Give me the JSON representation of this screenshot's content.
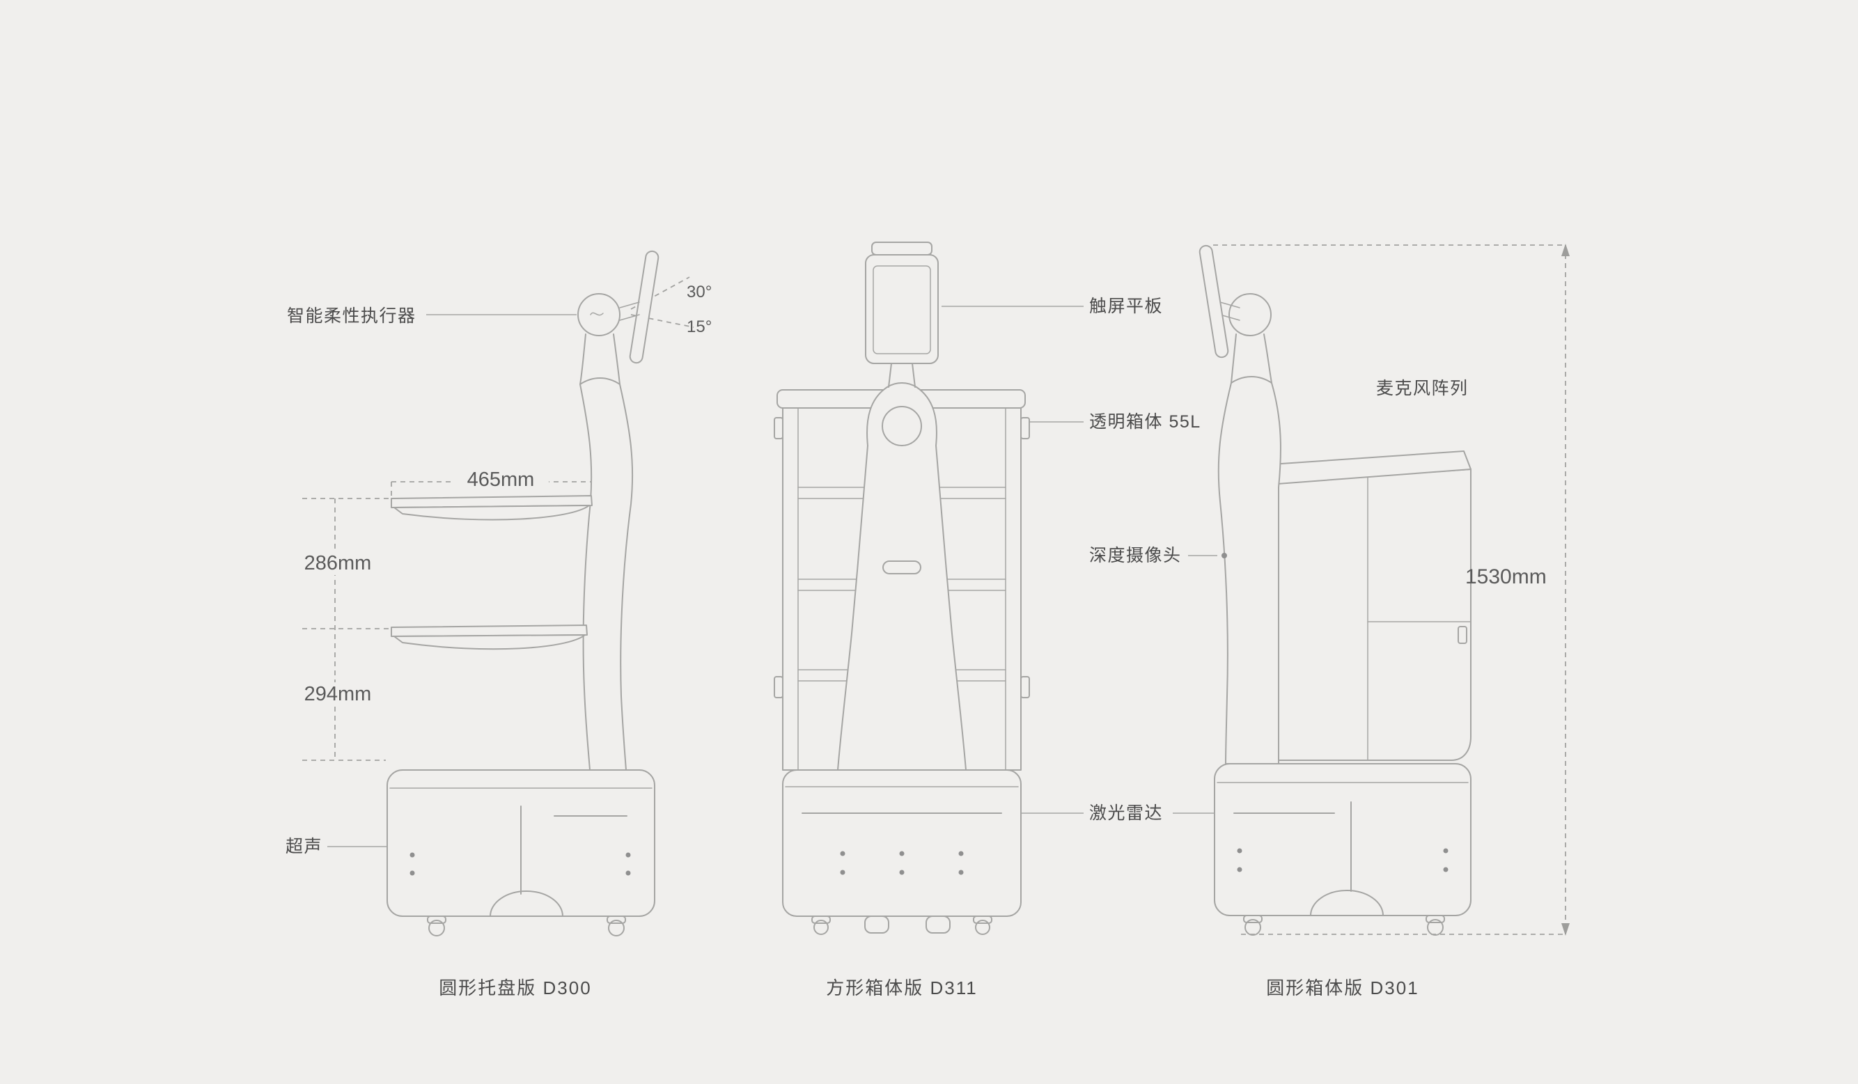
{
  "canvas": {
    "background_color": "#f0efed",
    "line_color": "#a5a5a3",
    "text_color": "#4b4b4b"
  },
  "d300": {
    "caption": "圆形托盘版 D300",
    "label_actuator": "智能柔性执行器",
    "label_ultrasonic": "超声",
    "dim_width": "465mm",
    "dim_upper": "286mm",
    "dim_lower": "294mm",
    "angle_up": "30°",
    "angle_down": "15°"
  },
  "d311": {
    "caption": "方形箱体版 D311",
    "label_tablet": "触屏平板",
    "label_box": "透明箱体 55L",
    "label_depth_camera": "深度摄像头",
    "label_lidar": "激光雷达"
  },
  "d301": {
    "caption": "圆形箱体版 D301",
    "label_mic": "麦克风阵列",
    "dim_height": "1530mm"
  }
}
